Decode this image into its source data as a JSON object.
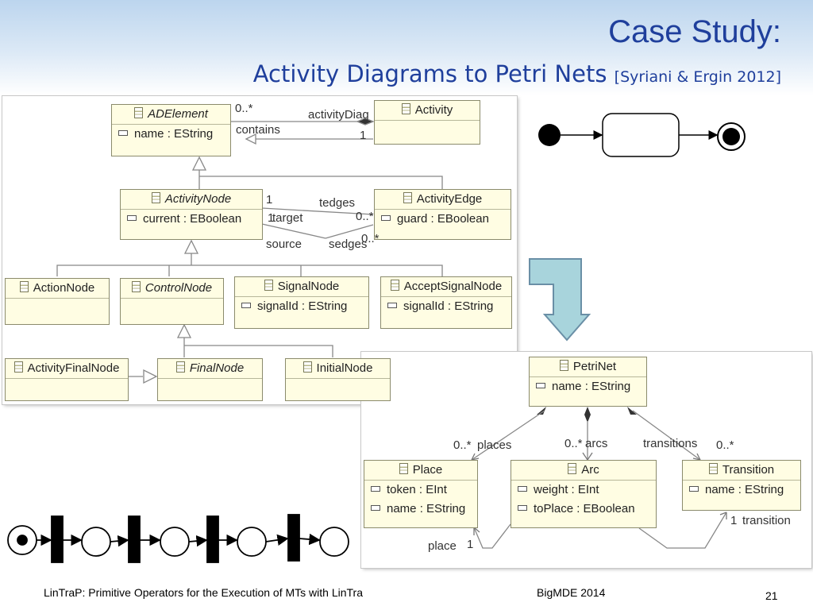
{
  "slide": {
    "title": "Case Study:",
    "subtitle": "Activity Diagrams to Petri Nets",
    "citation": "[Syriani & Ergin 2012]",
    "colors": {
      "title": "#1f3f9c",
      "arrow_fill": "#a8d4dc",
      "class_fill": "#fffde3"
    }
  },
  "activity_metamodel": {
    "classes": {
      "adelement": {
        "name": "ADElement",
        "attrs": [
          "name : EString"
        ]
      },
      "activity": {
        "name": "Activity",
        "attrs": []
      },
      "activitynode": {
        "name": "ActivityNode",
        "attrs": [
          "current : EBoolean"
        ]
      },
      "activityedge": {
        "name": "ActivityEdge",
        "attrs": [
          "guard : EBoolean"
        ]
      },
      "actionnode": {
        "name": "ActionNode",
        "attrs": []
      },
      "controlnode": {
        "name": "ControlNode",
        "attrs": []
      },
      "signalnode": {
        "name": "SignalNode",
        "attrs": [
          "signalId : EString"
        ]
      },
      "acceptsignalnode": {
        "name": "AcceptSignalNode",
        "attrs": [
          "signalId : EString"
        ]
      },
      "activityfinalnode": {
        "name": "ActivityFinalNode",
        "attrs": []
      },
      "finalnode": {
        "name": "FinalNode",
        "attrs": []
      },
      "initialnode": {
        "name": "InitialNode",
        "attrs": []
      }
    },
    "labels": {
      "contains_mult": "0..*",
      "contains_role": "contains",
      "activity_role": "activityDiag",
      "activity_mult": "1",
      "tedges": "tedges",
      "sedges": "sedges",
      "target": "target",
      "source": "source",
      "target_mult": "1",
      "source_mult": "1",
      "tedges_mult": "0..*",
      "sedges_mult": "0..*"
    }
  },
  "petri_metamodel": {
    "classes": {
      "petrinet": {
        "name": "PetriNet",
        "attrs": [
          "name : EString"
        ]
      },
      "place": {
        "name": "Place",
        "attrs": [
          "token : EInt",
          "name : EString"
        ]
      },
      "arc": {
        "name": "Arc",
        "attrs": [
          "weight : EInt",
          "toPlace : EBoolean"
        ]
      },
      "transition": {
        "name": "Transition",
        "attrs": [
          "name : EString"
        ]
      }
    },
    "labels": {
      "places": "places",
      "places_mult": "0..*",
      "arcs": "arcs",
      "arcs_mult": "0..*",
      "transitions": "transitions",
      "transitions_mult": "0..*",
      "place_role": "place",
      "place_mult": "1",
      "transition_role": "transition",
      "transition_mult": "1"
    }
  },
  "footer": {
    "left": "LinTraP: Primitive Operators for the Execution of MTs with LinTra",
    "center": "BigMDE 2014",
    "page": "21"
  }
}
